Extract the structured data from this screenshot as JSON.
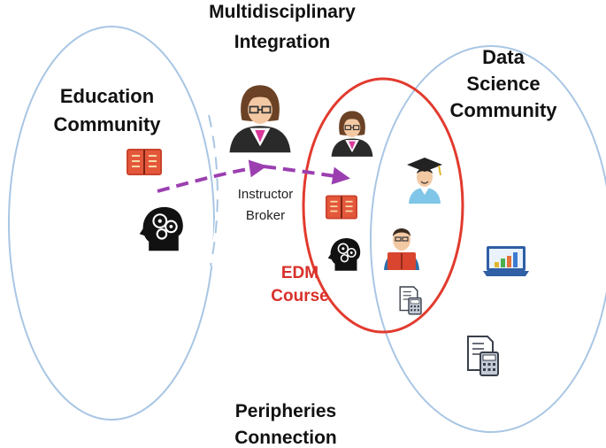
{
  "top_label": {
    "line1": "Multidisciplinary",
    "line2": "Integration"
  },
  "bottom_label": {
    "line1": "Peripheries",
    "line2": "Connection"
  },
  "education_label": {
    "line1": "Education",
    "line2": "Community"
  },
  "data_science_label": {
    "line1": "Data",
    "line2": "Science",
    "line3": "Community"
  },
  "broker_label": {
    "line1": "Instructor",
    "line2": "Broker"
  },
  "edm_label": {
    "line1": "EDM",
    "line2": "Course"
  },
  "colors": {
    "community_outline": "#a9c6e4",
    "edm_outline": "#e23a2e",
    "arrow": "#9b3fb0",
    "edm_text": "#d9302a"
  },
  "icons": {
    "education_book": "book-icon",
    "education_brain": "brain-head-icon",
    "broker": "instructor-icon",
    "edm_instructor": "instructor-icon",
    "edm_book": "book-icon",
    "edm_brain": "brain-head-icon",
    "edm_calculator": "calculator-document-icon",
    "graduate": "graduate-icon",
    "student_reading": "student-reading-icon",
    "laptop_chart": "laptop-chart-icon",
    "calculator": "calculator-document-icon"
  }
}
